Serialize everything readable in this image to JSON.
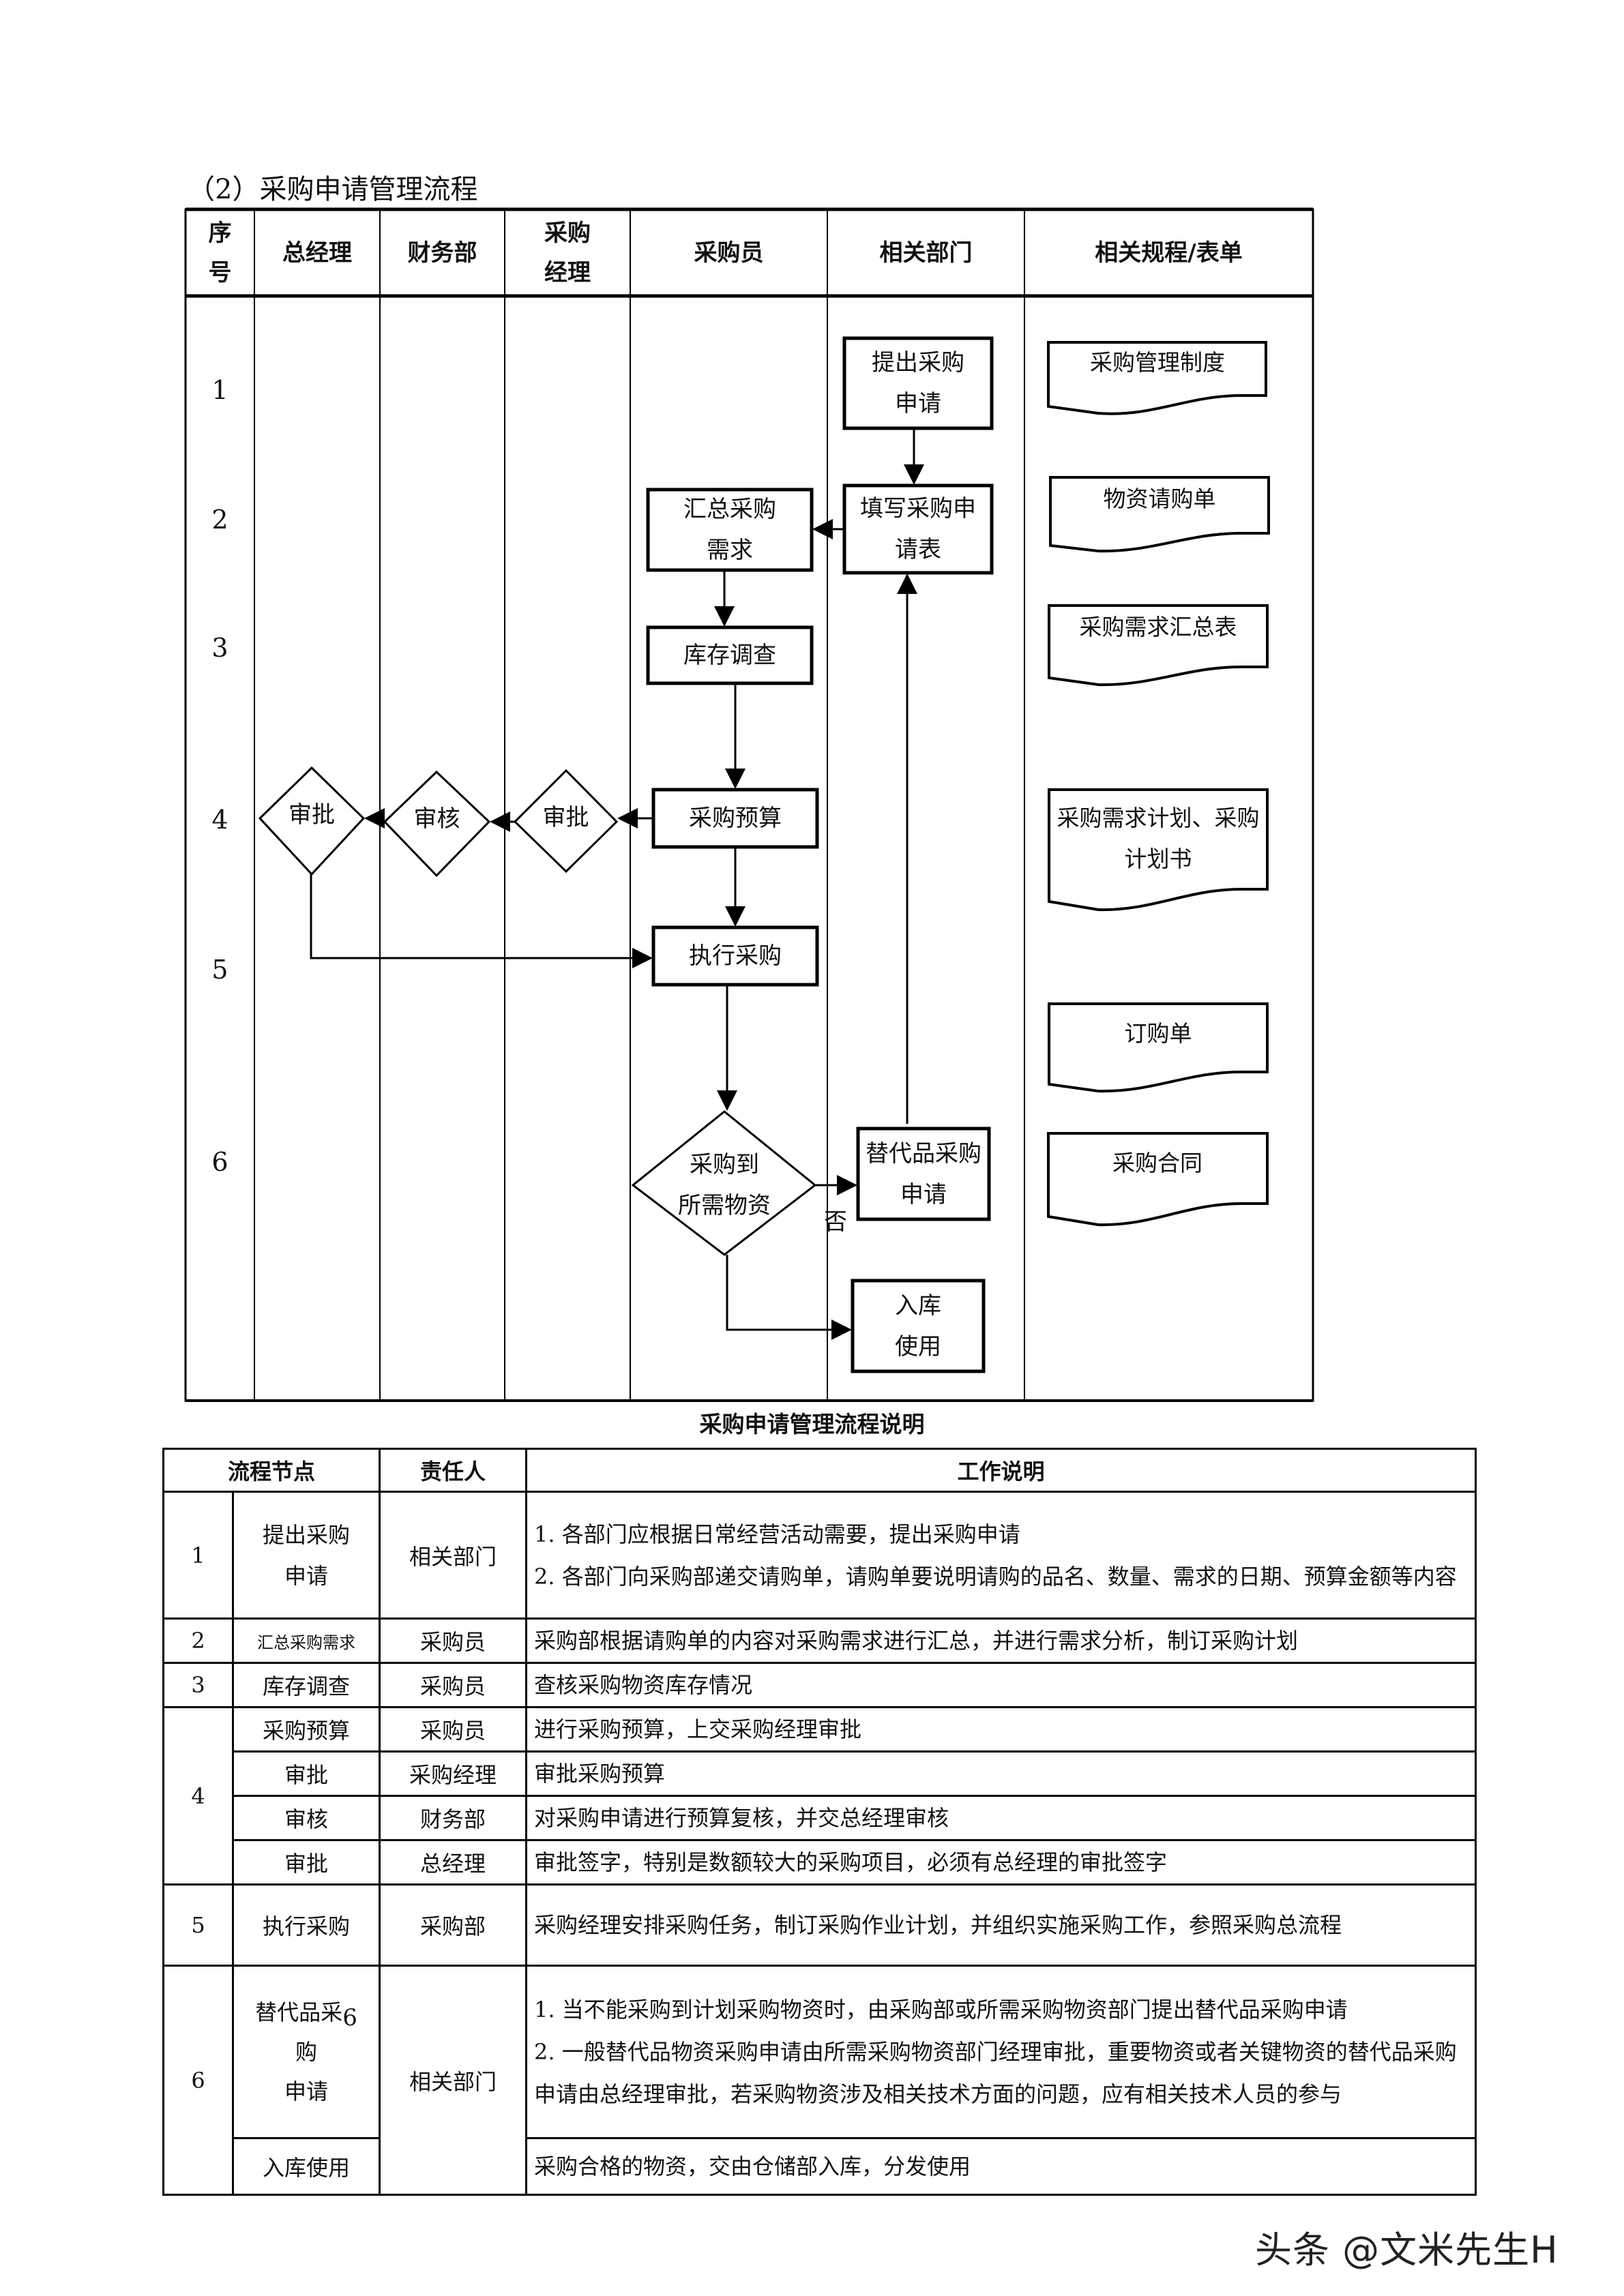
{
  "section_title": "（2）采购申请管理流程",
  "flow": {
    "headers": [
      "序号",
      "总经理",
      "财务部",
      "采购经理",
      "采购员",
      "相关部门",
      "相关规程/表单"
    ],
    "header_lines": {
      "seq": [
        "序",
        "号"
      ],
      "purchase_manager": [
        "采购",
        "经理"
      ]
    },
    "row_numbers": [
      "1",
      "2",
      "3",
      "4",
      "5",
      "6"
    ],
    "nodes": {
      "submit_request": [
        "提出采购",
        "申请"
      ],
      "fill_form": [
        "填写采购申",
        "请表"
      ],
      "summarize_demand": [
        "汇总采购",
        "需求"
      ],
      "inventory_check": "库存调查",
      "budget": "采购预算",
      "approve_pm": "审批",
      "review_finance": "审核",
      "approve_gm": "审批",
      "execute": "执行采购",
      "decision": [
        "采购到",
        "所需物资"
      ],
      "substitute": [
        "替代品采购",
        "申请"
      ],
      "warehouse": [
        "入库",
        "使用"
      ]
    },
    "no_label": "否",
    "documents": [
      [
        "采购管理制度"
      ],
      [
        "物资请购单"
      ],
      [
        "采购需求汇总表"
      ],
      [
        "采购需求计划、采购",
        "计划书"
      ],
      [
        "订购单"
      ],
      [
        "采购合同"
      ]
    ]
  },
  "description": {
    "caption": "采购申请管理流程说明",
    "headers": [
      "流程节点",
      "责任人",
      "工作说明"
    ],
    "rows": [
      {
        "num": "1",
        "node": [
          "提出采购",
          "申请"
        ],
        "owner": "相关部门",
        "work": [
          "1. 各部门应根据日常经营活动需要，提出采购申请",
          "2. 各部门向采购部递交请购单，请购单要说明请购的品名、数量、需求的日期、预算金额等内容"
        ]
      },
      {
        "num": "2",
        "node": [
          "汇总采购需求"
        ],
        "owner": "采购员",
        "work": [
          "采购部根据请购单的内容对采购需求进行汇总，并进行需求分析，制订采购计划"
        ]
      },
      {
        "num": "3",
        "node": [
          "库存调查"
        ],
        "owner": "采购员",
        "work": [
          "查核采购物资库存情况"
        ]
      },
      {
        "num": "4",
        "node": [
          "采购预算"
        ],
        "owner": "采购员",
        "work": [
          "进行采购预算，上交采购经理审批"
        ]
      },
      {
        "num": "",
        "node": [
          "审批"
        ],
        "owner": "采购经理",
        "work": [
          "审批采购预算"
        ]
      },
      {
        "num": "",
        "node": [
          "审核"
        ],
        "owner": "财务部",
        "work": [
          "对采购申请进行预算复核，并交总经理审核"
        ]
      },
      {
        "num": "",
        "node": [
          "审批"
        ],
        "owner": "总经理",
        "work": [
          "审批签字，特别是数额较大的采购项目，必须有总经理的审批签字"
        ]
      },
      {
        "num": "5",
        "node": [
          "执行采购"
        ],
        "owner": "采购部",
        "work": [
          "采购经理安排采购任务，制订采购作业计划，并组织实施采购工作，参照采购总流程"
        ]
      },
      {
        "num": "6",
        "node": [
          "替代品采",
          "购",
          "申请"
        ],
        "node_extra": "6",
        "owner": "相关部门",
        "work": [
          "1. 当不能采购到计划采购物资时，由采购部或所需采购物资部门提出替代品采购申请",
          "2. 一般替代品物资采购申请由所需采购物资部门经理审批，重要物资或者关键物资的替代品采购申请由总经理审批，若采购物资涉及相关技术方面的问题，应有相关技术人员的参与"
        ]
      },
      {
        "num": "",
        "node": [
          "入库使用"
        ],
        "owner": "",
        "work": [
          "采购合格的物资，交由仓储部入库，分发使用"
        ]
      }
    ]
  },
  "watermark": "头条 @文米先生H"
}
